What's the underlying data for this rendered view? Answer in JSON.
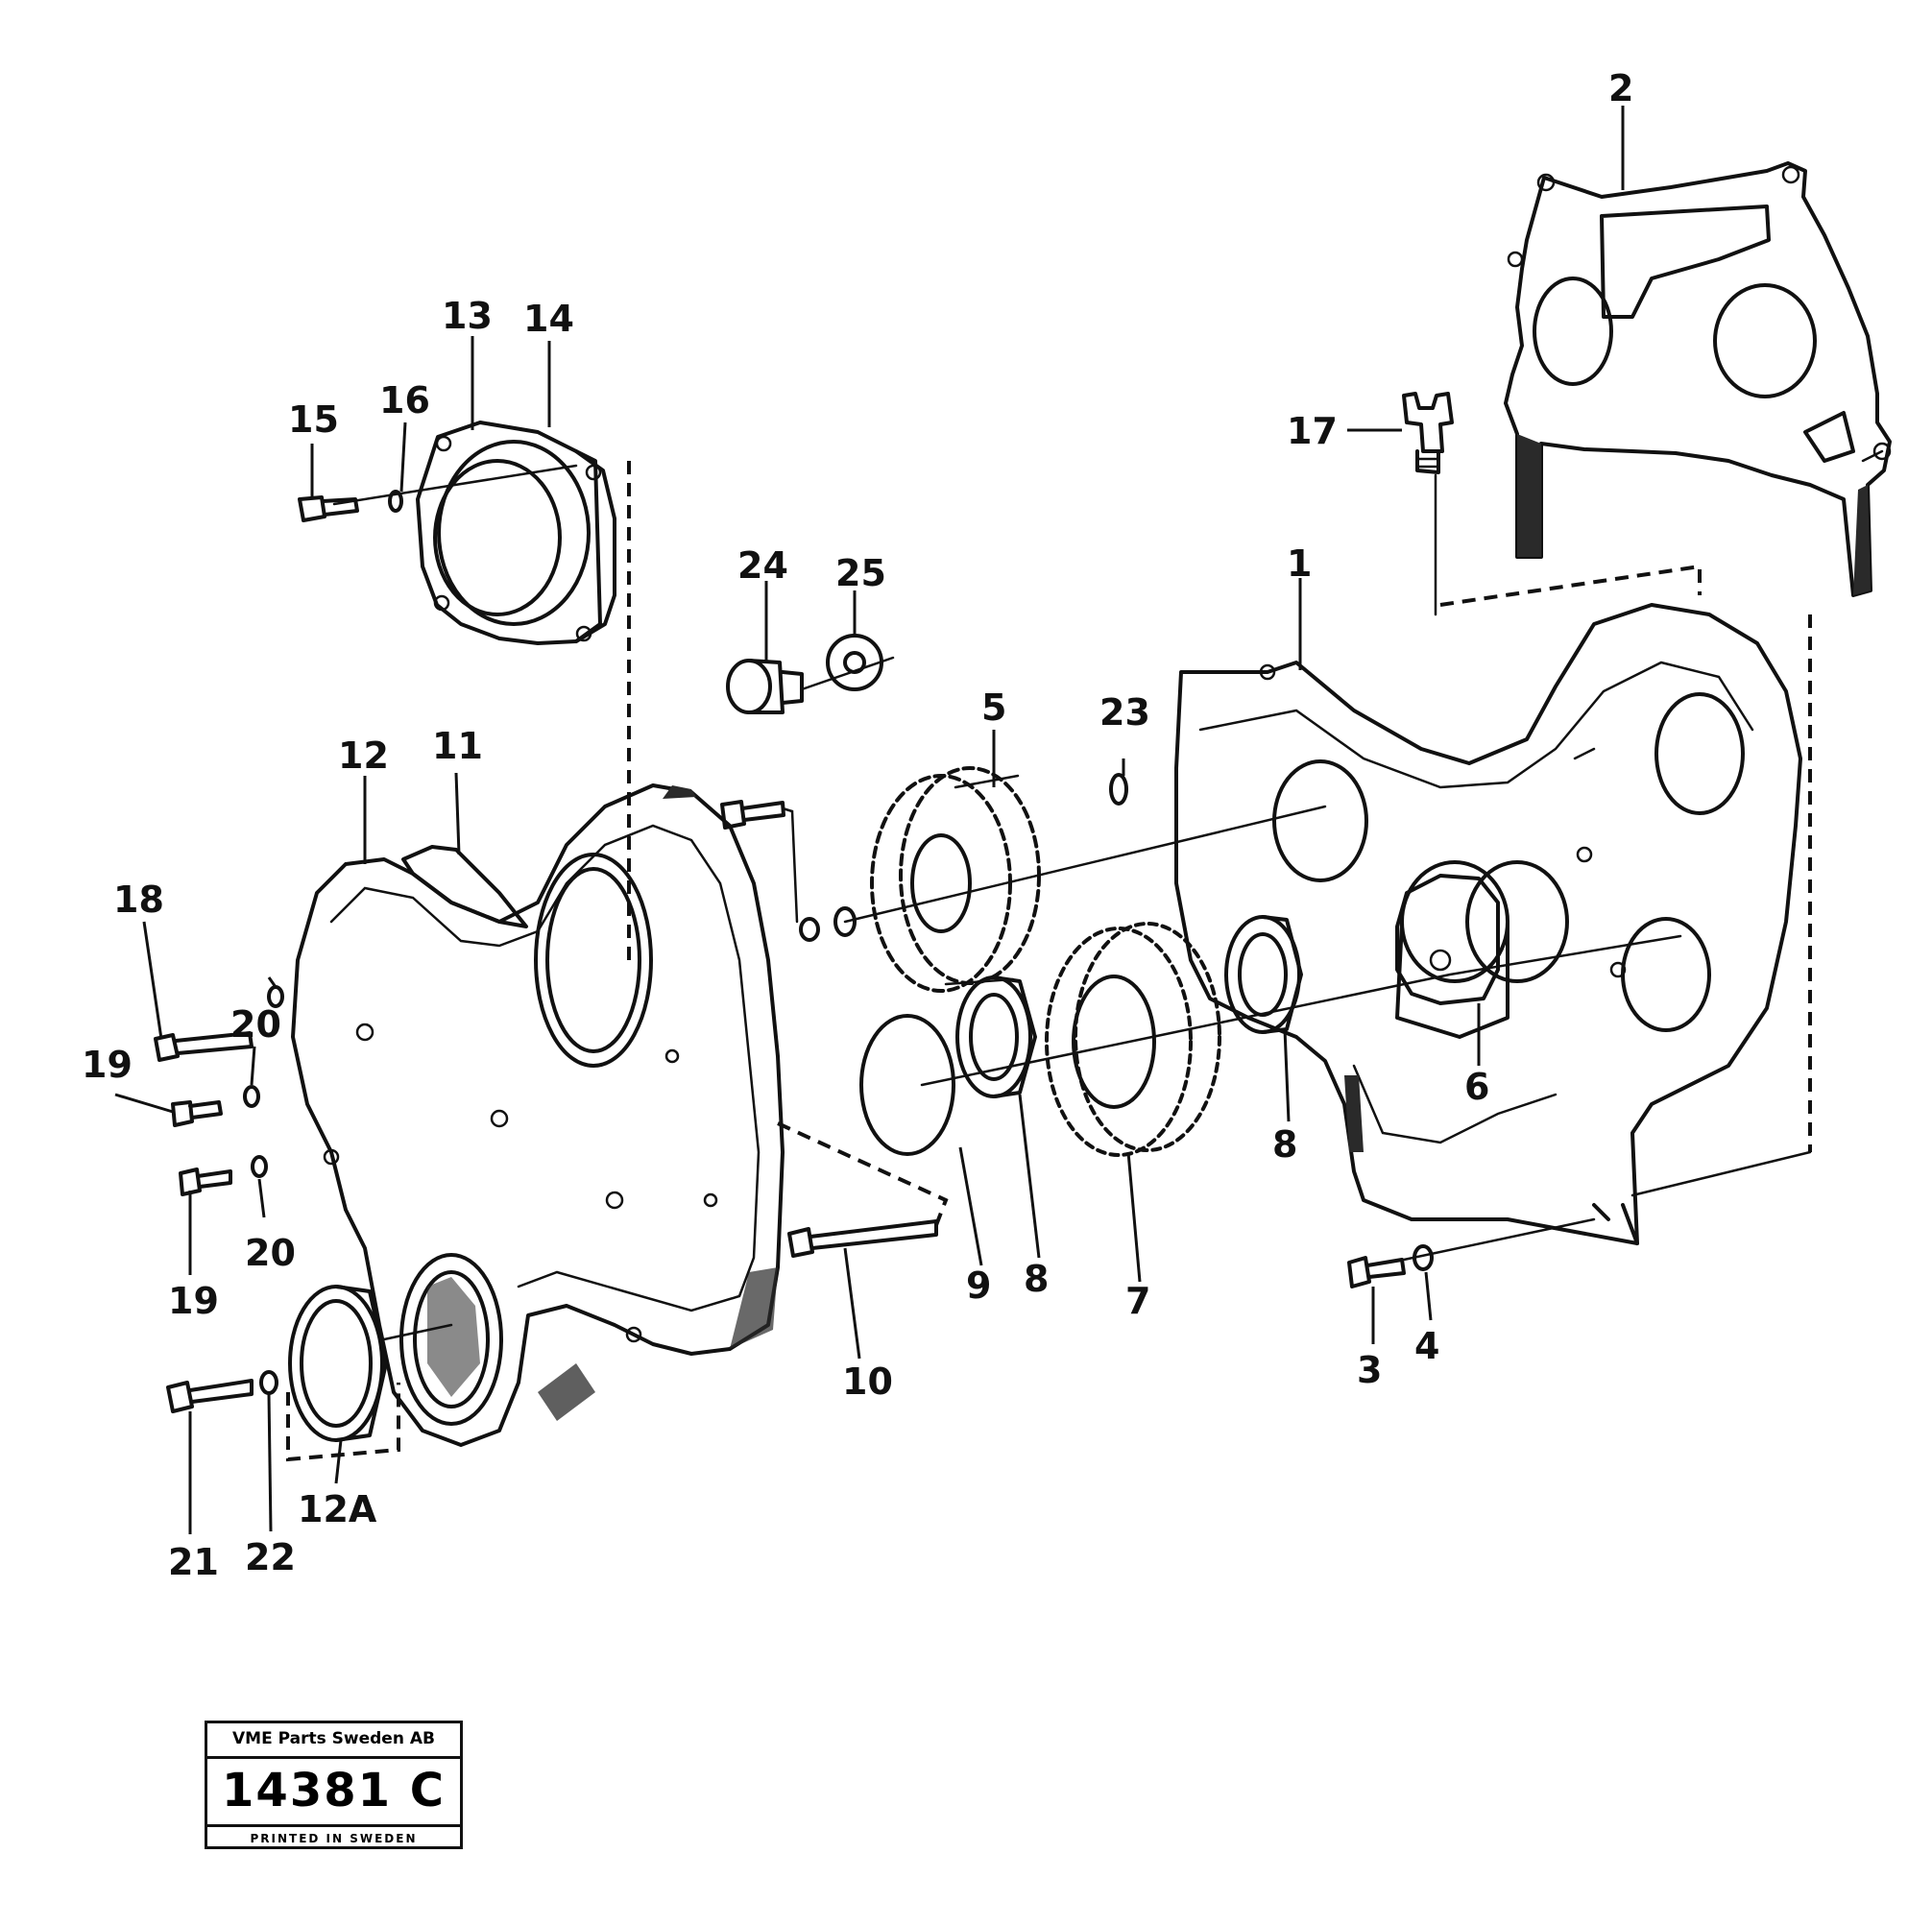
{
  "callouts": {
    "c1": "1",
    "c2": "2",
    "c3": "3",
    "c4": "4",
    "c5": "5",
    "c6": "6",
    "c7": "7",
    "c8a": "8",
    "c8b": "8",
    "c9": "9",
    "c10": "10",
    "c11": "11",
    "c12": "12",
    "c12a": "12A",
    "c13": "13",
    "c14": "14",
    "c15": "15",
    "c16": "16",
    "c17": "17",
    "c18": "18",
    "c19a": "19",
    "c19b": "19",
    "c20a": "20",
    "c20b": "20",
    "c21": "21",
    "c22": "22",
    "c23": "23",
    "c24": "24",
    "c25": "25"
  },
  "stamp": {
    "company": "VME Parts Sweden AB",
    "code": "14381 C",
    "printed": "PRINTED IN SWEDEN"
  }
}
